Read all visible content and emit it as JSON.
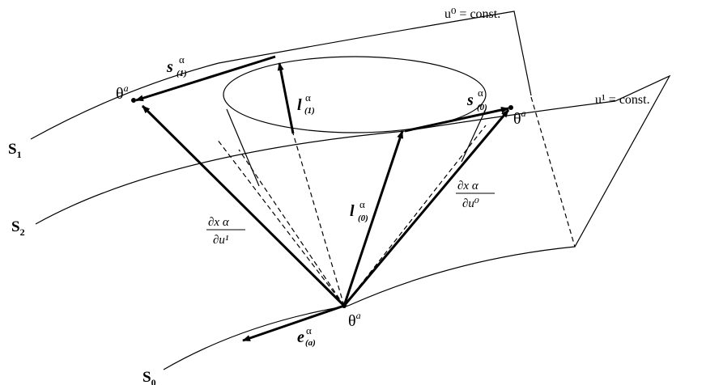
{
  "labels": {
    "s_left": "S",
    "s1_sub": "1",
    "s2_sub": "2",
    "s0_sub": "0",
    "u0_const": "u⁰ = const.",
    "u1_const": "u¹ = const.",
    "theta": "θ",
    "theta_sup": "a",
    "vec_s": "s",
    "vec_l": "l",
    "vec_e": "e",
    "alpha": "α",
    "idx_1": "(1)",
    "idx_0": "(0)",
    "idx_a": "(a)",
    "dx_num": "∂x α",
    "du1": "∂u¹",
    "du0": "∂u⁰"
  }
}
